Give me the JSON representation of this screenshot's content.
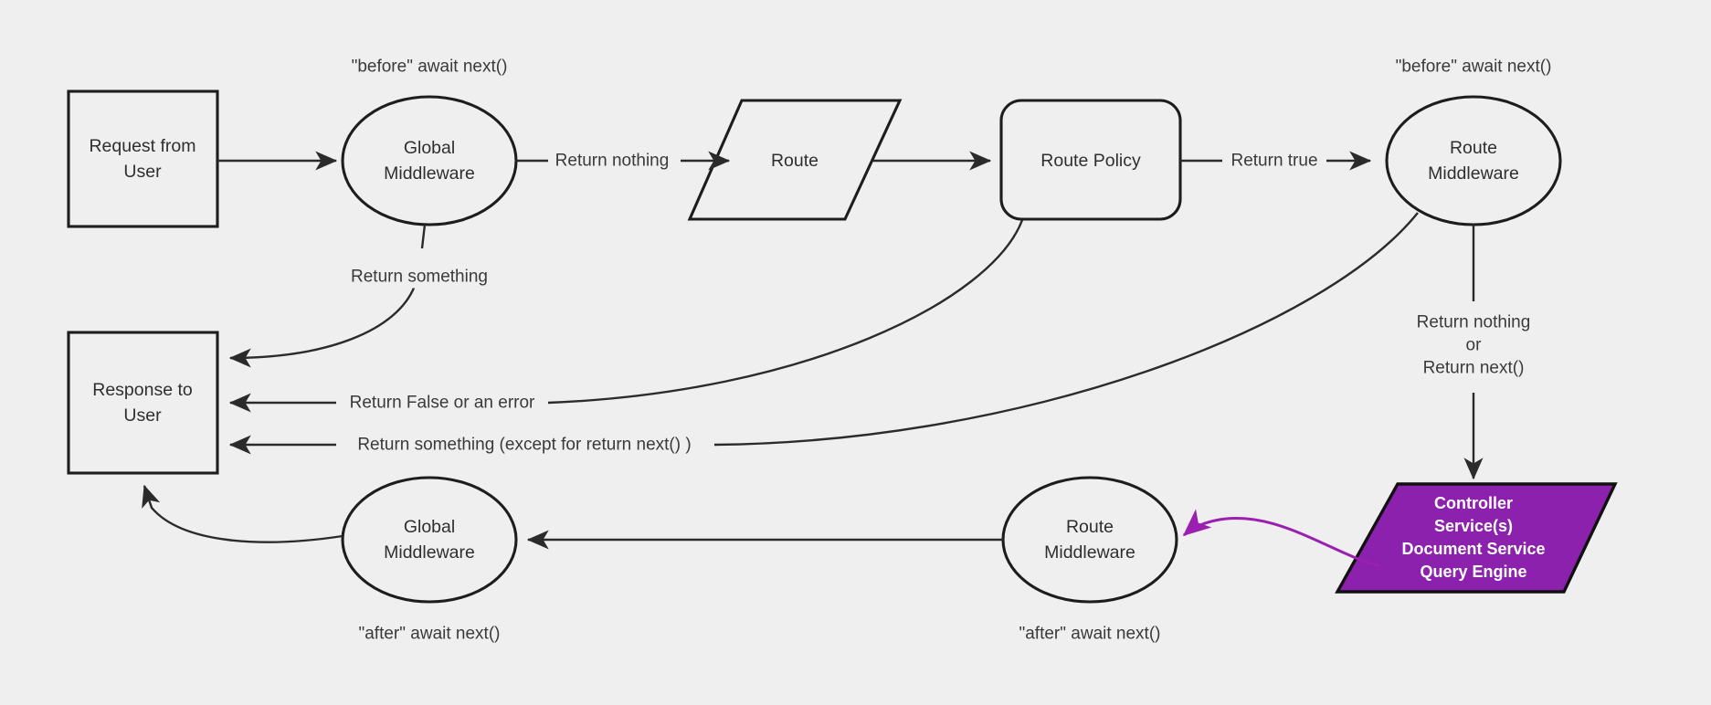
{
  "diagram": {
    "background_color": "#efefef",
    "stroke_color": "#1d1d1d",
    "accent_color": "#8b21ac",
    "nodes": [
      {
        "id": "request",
        "label": "Request from\nUser",
        "shape": "rectangle"
      },
      {
        "id": "global_mw_before",
        "label": "Global\nMiddleware",
        "shape": "ellipse"
      },
      {
        "id": "route",
        "label": "Route",
        "shape": "parallelogram"
      },
      {
        "id": "route_policy",
        "label": "Route Policy",
        "shape": "rounded-rectangle"
      },
      {
        "id": "route_mw_before",
        "label": "Route\nMiddleware",
        "shape": "ellipse"
      },
      {
        "id": "response",
        "label": "Response to\nUser",
        "shape": "rectangle"
      },
      {
        "id": "global_mw_after",
        "label": "Global\nMiddleware",
        "shape": "ellipse"
      },
      {
        "id": "route_mw_after",
        "label": "Route\nMiddleware",
        "shape": "ellipse"
      },
      {
        "id": "controller",
        "label": "Controller\nService(s)\nDocument Service\nQuery Engine",
        "shape": "parallelogram",
        "fill": "#8b21ac",
        "text_color": "#ffffff"
      }
    ],
    "edge_labels": [
      {
        "id": "e_return_nothing",
        "text": "Return nothing"
      },
      {
        "id": "e_return_true",
        "text": "Return true"
      },
      {
        "id": "e_return_something",
        "text": "Return something"
      },
      {
        "id": "e_return_false",
        "text": "Return False or an error"
      },
      {
        "id": "e_return_something_except",
        "text": "Return something (except for return next() )"
      },
      {
        "id": "e_return_nothing_or_next",
        "text": "Return nothing\nor\nReturn next()"
      }
    ],
    "annotations": [
      {
        "id": "a_before_global",
        "text": "\"before\" await next()"
      },
      {
        "id": "a_before_route",
        "text": "\"before\" await next()"
      },
      {
        "id": "a_after_global",
        "text": "\"after\" await next()"
      },
      {
        "id": "a_after_route",
        "text": "\"after\" await next()"
      }
    ]
  }
}
